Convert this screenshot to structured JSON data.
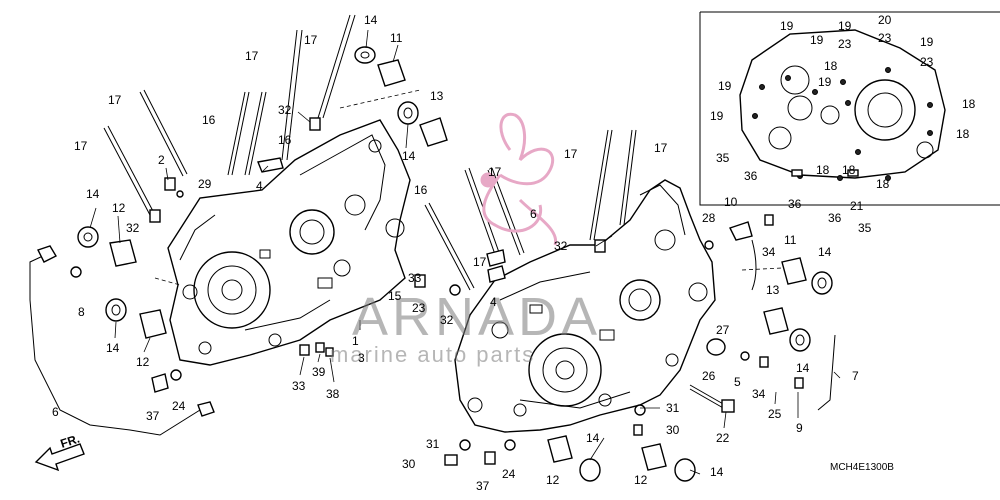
{
  "diagram": {
    "code": "MCH4E1300B",
    "direction_label": "FR.",
    "watermark": {
      "main": "ARNADA",
      "sub": "marine auto parts"
    },
    "callouts": [
      {
        "id": "c-14a",
        "text": "14"
      },
      {
        "id": "c-11a",
        "text": "11"
      },
      {
        "id": "c-17a",
        "text": "17"
      },
      {
        "id": "c-17b",
        "text": "17"
      },
      {
        "id": "c-17c",
        "text": "17"
      },
      {
        "id": "c-16a",
        "text": "16"
      },
      {
        "id": "c-32a",
        "text": "32"
      },
      {
        "id": "c-16b",
        "text": "16"
      },
      {
        "id": "c-13a",
        "text": "13"
      },
      {
        "id": "c-14b",
        "text": "14"
      },
      {
        "id": "c-17d",
        "text": "17"
      },
      {
        "id": "c-2",
        "text": "2"
      },
      {
        "id": "c-29",
        "text": "29"
      },
      {
        "id": "c-4a",
        "text": "4"
      },
      {
        "id": "c-14c",
        "text": "14"
      },
      {
        "id": "c-12a",
        "text": "12"
      },
      {
        "id": "c-32b",
        "text": "32"
      },
      {
        "id": "c-8",
        "text": "8"
      },
      {
        "id": "c-14d",
        "text": "14"
      },
      {
        "id": "c-12b",
        "text": "12"
      },
      {
        "id": "c-37a",
        "text": "37"
      },
      {
        "id": "c-24a",
        "text": "24"
      },
      {
        "id": "c-6a",
        "text": "6"
      },
      {
        "id": "c-33a",
        "text": "33"
      },
      {
        "id": "c-39",
        "text": "39"
      },
      {
        "id": "c-38",
        "text": "38"
      },
      {
        "id": "c-1",
        "text": "1"
      },
      {
        "id": "c-3",
        "text": "3"
      },
      {
        "id": "c-16c",
        "text": "16"
      },
      {
        "id": "c-17e",
        "text": "17"
      },
      {
        "id": "c-6b",
        "text": "6"
      },
      {
        "id": "c-17f",
        "text": "17"
      },
      {
        "id": "c-17g",
        "text": "17"
      },
      {
        "id": "c-32c",
        "text": "32"
      },
      {
        "id": "c-17h",
        "text": "17"
      },
      {
        "id": "c-33b",
        "text": "33"
      },
      {
        "id": "c-15",
        "text": "15"
      },
      {
        "id": "c-23a",
        "text": "23"
      },
      {
        "id": "c-32d",
        "text": "32"
      },
      {
        "id": "c-4b",
        "text": "4"
      },
      {
        "id": "c-10",
        "text": "10"
      },
      {
        "id": "c-28",
        "text": "28"
      },
      {
        "id": "c-34a",
        "text": "34"
      },
      {
        "id": "c-11b",
        "text": "11"
      },
      {
        "id": "c-14e",
        "text": "14"
      },
      {
        "id": "c-13b",
        "text": "13"
      },
      {
        "id": "c-27",
        "text": "27"
      },
      {
        "id": "c-14f",
        "text": "14"
      },
      {
        "id": "c-26",
        "text": "26"
      },
      {
        "id": "c-5",
        "text": "5"
      },
      {
        "id": "c-34b",
        "text": "34"
      },
      {
        "id": "c-7",
        "text": "7"
      },
      {
        "id": "c-25",
        "text": "25"
      },
      {
        "id": "c-9",
        "text": "9"
      },
      {
        "id": "c-22",
        "text": "22"
      },
      {
        "id": "c-31a",
        "text": "31"
      },
      {
        "id": "c-30a",
        "text": "30"
      },
      {
        "id": "c-31b",
        "text": "31"
      },
      {
        "id": "c-30b",
        "text": "30"
      },
      {
        "id": "c-37b",
        "text": "37"
      },
      {
        "id": "c-24b",
        "text": "24"
      },
      {
        "id": "c-12c",
        "text": "12"
      },
      {
        "id": "c-14g",
        "text": "14"
      },
      {
        "id": "c-12d",
        "text": "12"
      },
      {
        "id": "c-14h",
        "text": "14"
      },
      {
        "id": "c-19a",
        "text": "19"
      },
      {
        "id": "c-19b",
        "text": "19"
      },
      {
        "id": "c-19c",
        "text": "19"
      },
      {
        "id": "c-20",
        "text": "20"
      },
      {
        "id": "c-23b",
        "text": "23"
      },
      {
        "id": "c-23c",
        "text": "23"
      },
      {
        "id": "c-19d",
        "text": "19"
      },
      {
        "id": "c-18a",
        "text": "18"
      },
      {
        "id": "c-19e",
        "text": "19"
      },
      {
        "id": "c-23d",
        "text": "23"
      },
      {
        "id": "c-19f",
        "text": "19"
      },
      {
        "id": "c-19g",
        "text": "19"
      },
      {
        "id": "c-18b",
        "text": "18"
      },
      {
        "id": "c-18c",
        "text": "18"
      },
      {
        "id": "c-35a",
        "text": "35"
      },
      {
        "id": "c-36a",
        "text": "36"
      },
      {
        "id": "c-18d",
        "text": "18"
      },
      {
        "id": "c-18e",
        "text": "18"
      },
      {
        "id": "c-36b",
        "text": "36"
      },
      {
        "id": "c-36c",
        "text": "36"
      },
      {
        "id": "c-18f",
        "text": "18"
      },
      {
        "id": "c-21",
        "text": "21"
      },
      {
        "id": "c-35b",
        "text": "35"
      }
    ]
  }
}
